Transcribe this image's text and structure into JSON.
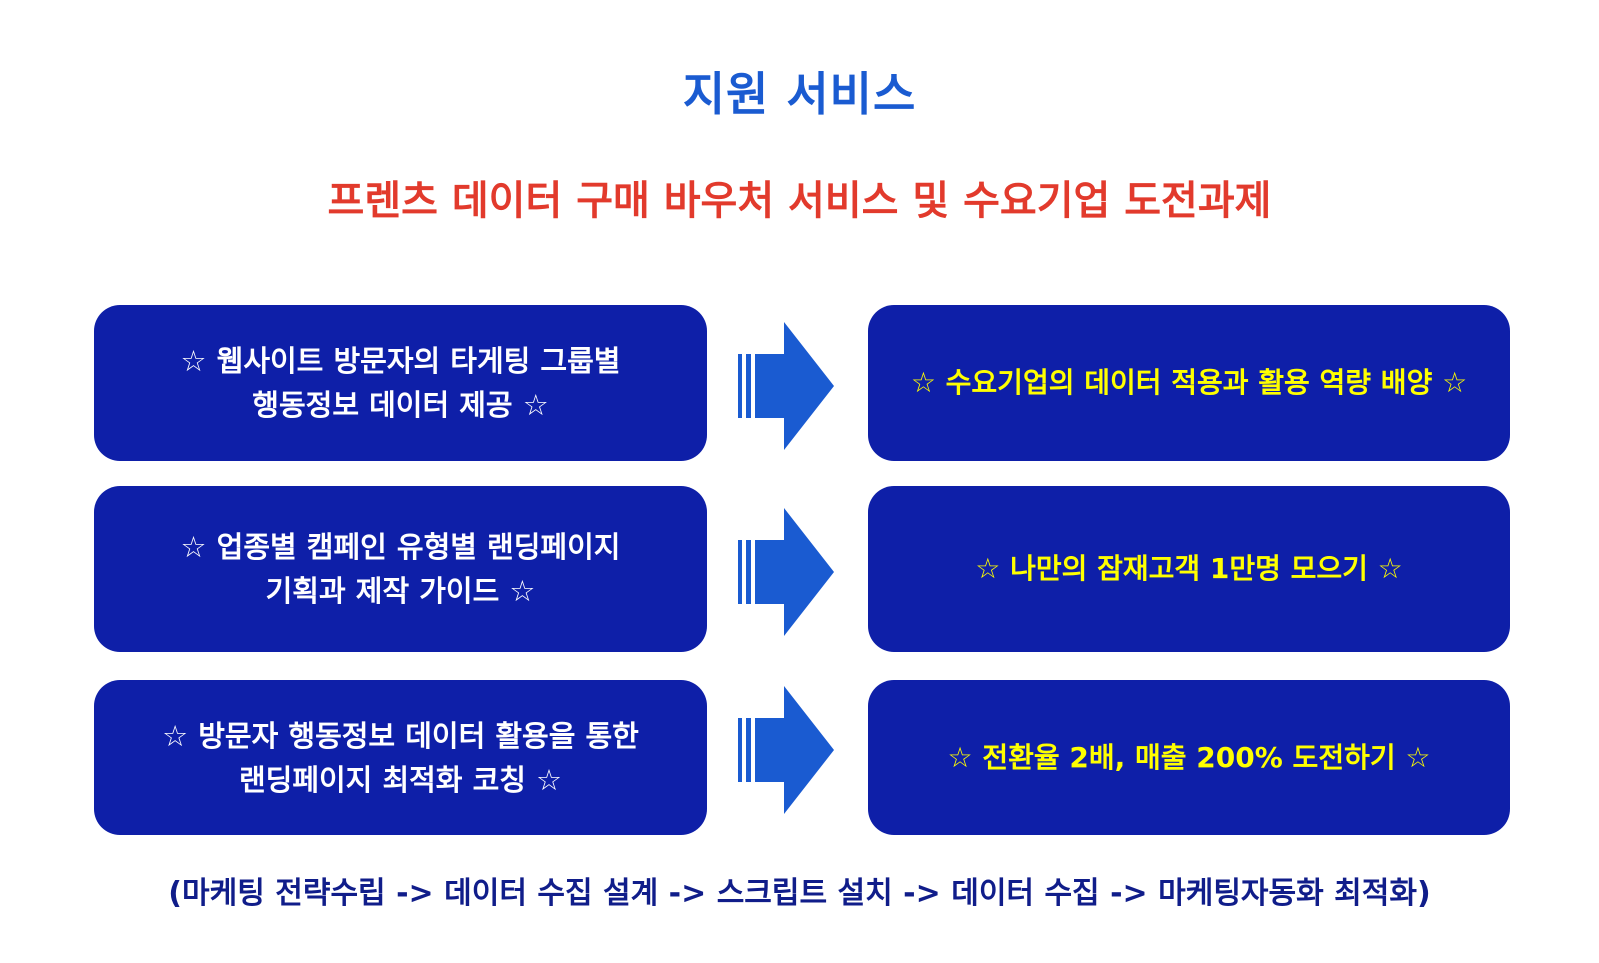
{
  "title": "지원 서비스",
  "subtitle": "프렌츠 데이터 구매 바우처 서비스 및 수요기업 도전과제",
  "rows": [
    {
      "left_line1": "☆ 웹사이트 방문자의 타게팅 그룹별",
      "left_line2": "행동정보 데이터 제공 ☆",
      "right": "☆ 수요기업의 데이터 적용과 활용 역량 배양 ☆"
    },
    {
      "left_line1": "☆ 업종별 캠페인 유형별 랜딩페이지",
      "left_line2": "기획과 제작 가이드 ☆",
      "right": "☆ 나만의 잠재고객 1만명 모으기 ☆"
    },
    {
      "left_line1": "☆ 방문자 행동정보 데이터 활용을 통한",
      "left_line2": "랜딩페이지 최적화 코칭 ☆",
      "right": "☆ 전환율 2배, 매출 200% 도전하기 ☆"
    }
  ],
  "footer": "(마케팅 전략수립 -> 데이터 수집 설계 -> 스크립트 설치 -> 데이터 수집 -> 마케팅자동화 최적화)",
  "colors": {
    "title": "#1a5bd1",
    "subtitle": "#e23a2c",
    "box_fill": "#0e1fa8",
    "left_text": "#ffffff",
    "right_text": "#ffff00",
    "arrow": "#1a5bd1",
    "footer": "#101d8a"
  },
  "icons": {
    "arrow": "right-arrow-icon",
    "star": "star-outline-glyph"
  }
}
